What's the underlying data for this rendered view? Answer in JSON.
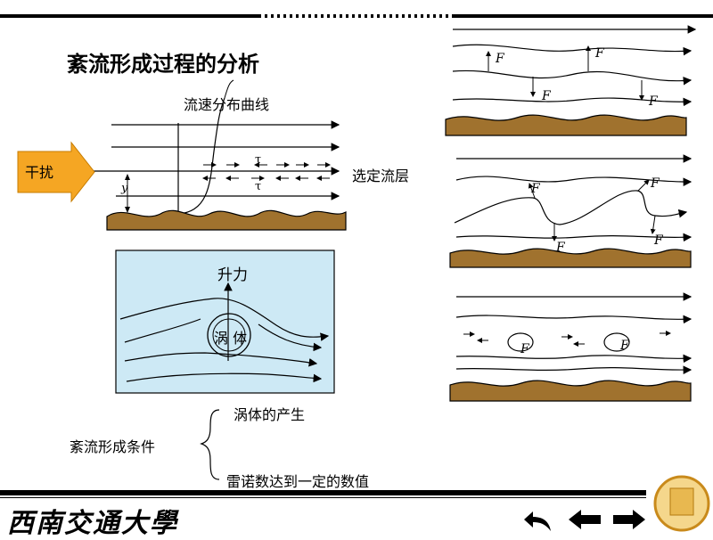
{
  "slide": {
    "title": "紊流形成过程的分析",
    "velocity_curve_label": "流速分布曲线",
    "disturbance_label": "干扰",
    "selected_layer_label": "选定流层",
    "tau_label_top": "τ",
    "tau_label_bottom": "τ",
    "y_label": "y",
    "lift_label": "升力",
    "vortex_label": "涡 体",
    "condition_title": "紊流形成条件",
    "condition_1": "涡体的产生",
    "condition_2": "雷诺数达到一定的数值",
    "force_label": "F",
    "university_logo_text": "西南交通大學"
  },
  "colors": {
    "ground": "#a0722e",
    "disturbance_arrow": "#f5a623",
    "vortex_box_bg": "#cde9f5",
    "accent": "#000000"
  },
  "nav": {
    "back_icon": "return-arrow-icon",
    "prev_icon": "left-arrow-icon",
    "next_icon": "right-arrow-icon"
  }
}
